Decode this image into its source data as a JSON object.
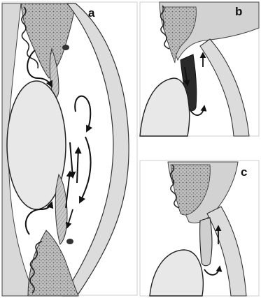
{
  "panels": [
    {
      "id": "a",
      "label": "a"
    },
    {
      "id": "b",
      "label": "b"
    },
    {
      "id": "c",
      "label": "c"
    }
  ],
  "style": {
    "ink": "#1a1a1a",
    "tissue_light": "#d4d4d4",
    "tissue_mid": "#b3b3b3",
    "tissue_dark": "#6e6e6e",
    "lens_fill": "#e6e6e6",
    "paper": "#ffffff"
  }
}
